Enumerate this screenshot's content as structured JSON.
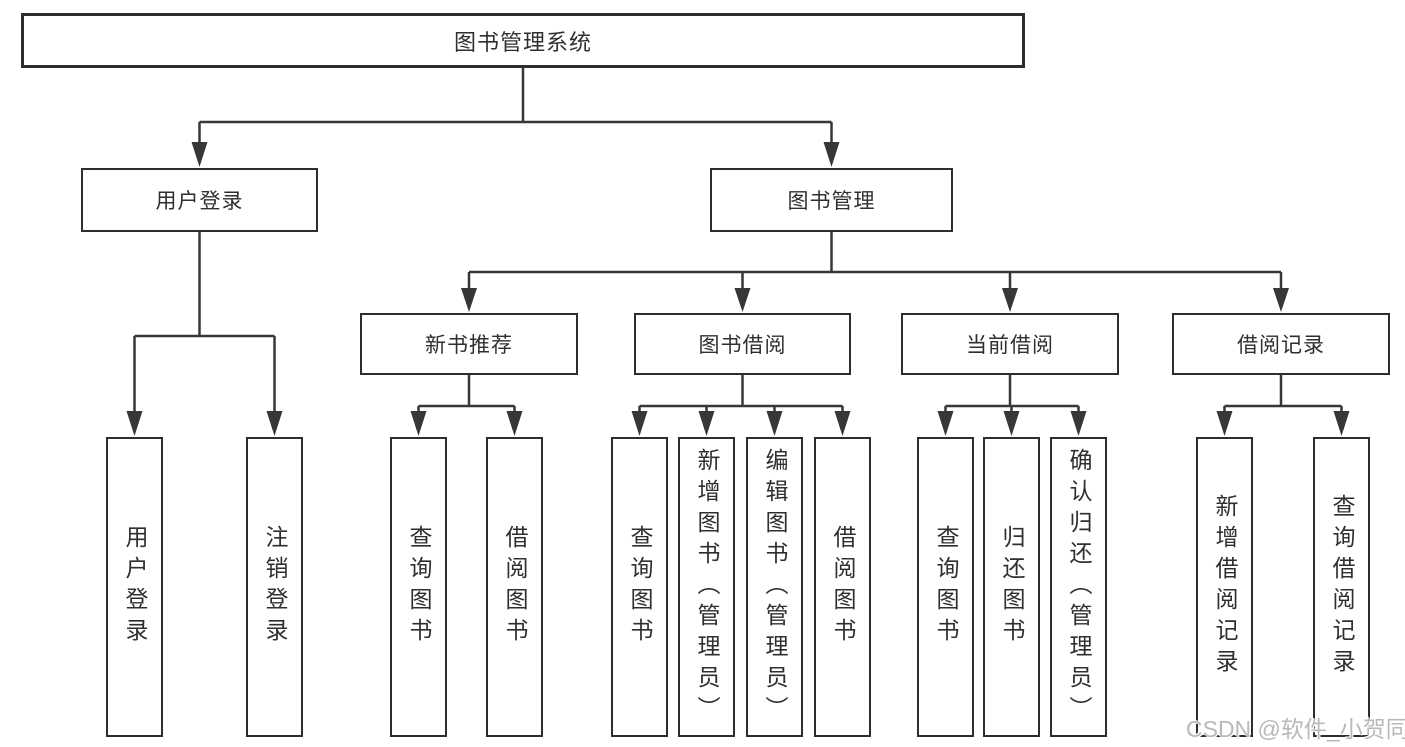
{
  "colors": {
    "background": "#ffffff",
    "line": "#373737",
    "box_border": "#2e2e2e",
    "text": "#2f2f2f",
    "watermark": "#b9b9b9"
  },
  "diagram": {
    "root": {
      "label": "图书管理系统"
    },
    "branches": [
      {
        "label": "用户登录",
        "children": [
          {
            "label": "用户登录"
          },
          {
            "label": "注销登录"
          }
        ]
      },
      {
        "label": "图书管理",
        "children": [
          {
            "label": "新书推荐",
            "children": [
              {
                "label": "查询图书"
              },
              {
                "label": "借阅图书"
              }
            ]
          },
          {
            "label": "图书借阅",
            "children": [
              {
                "label": "查询图书"
              },
              {
                "label": "新增图书（管理员）"
              },
              {
                "label": "编辑图书（管理员）"
              },
              {
                "label": "借阅图书"
              }
            ]
          },
          {
            "label": "当前借阅",
            "children": [
              {
                "label": "查询图书"
              },
              {
                "label": "归还图书"
              },
              {
                "label": "确认归还（管理员）"
              }
            ]
          },
          {
            "label": "借阅记录",
            "children": [
              {
                "label": "新增借阅记录"
              },
              {
                "label": "查询借阅记录"
              }
            ]
          }
        ]
      }
    ]
  },
  "watermark": {
    "text": "CSDN @软件_小贺同学"
  }
}
